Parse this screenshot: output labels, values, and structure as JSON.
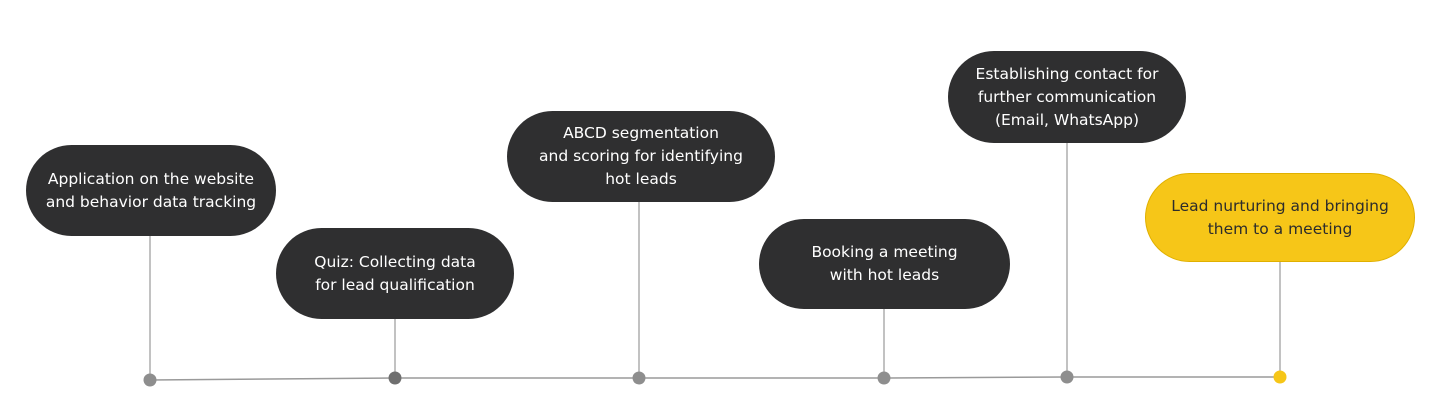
{
  "stages": [
    {
      "label": "Application on the website\nand behavior data tracking",
      "highlight": false
    },
    {
      "label": "Quiz: Collecting data\nfor lead qualification",
      "highlight": false
    },
    {
      "label": "ABCD segmentation\nand scoring for identifying\nhot leads",
      "highlight": false
    },
    {
      "label": "Booking a meeting\nwith hot leads",
      "highlight": false
    },
    {
      "label": "Establishing contact for\nfurther communication\n(Email, WhatsApp)",
      "highlight": false
    },
    {
      "label": "Lead nurturing and bringing\nthem to a meeting",
      "highlight": true
    }
  ],
  "colors": {
    "pill": "#2f2f30",
    "highlight": "#f6c618",
    "connector": "#9a9a9a",
    "node": "#8e8e8e",
    "node_dark": "#6f6f6f",
    "node_highlight": "#f6c618"
  }
}
